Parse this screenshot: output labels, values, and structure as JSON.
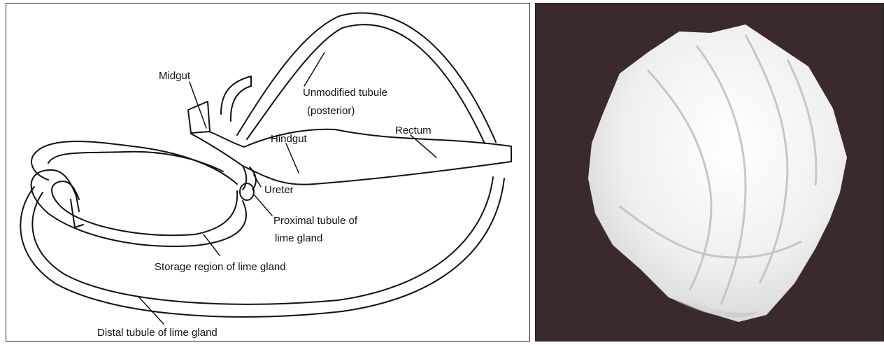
{
  "diagram": {
    "labels": {
      "midgut": "Midgut",
      "unmodified_tubule_line1": "Unmodified tubule",
      "unmodified_tubule_line2": "(posterior)",
      "hindgut": "Hindgut",
      "rectum": "Rectum",
      "ureter": "Ureter",
      "proximal_tubule_line1": "Proximal tubule of",
      "proximal_tubule_line2": "lime gland",
      "storage_region": "Storage region of lime gland",
      "distal_tubule": "Distal tubule of lime gland"
    }
  },
  "photo": {
    "background_color": "#3b2a2b",
    "object_color": "#f2f2f2"
  }
}
